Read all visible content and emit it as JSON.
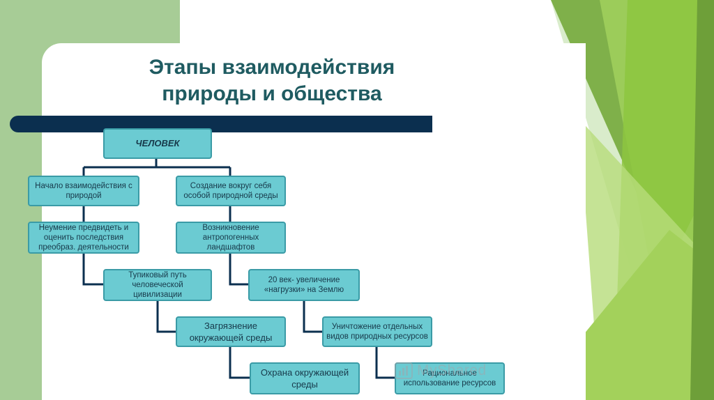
{
  "title": {
    "line1": "Этапы взаимодействия",
    "line2": "природы и общества"
  },
  "root": "ЧЕЛОВЕК",
  "left_branch": [
    "Начало взаимодействия с природой",
    "Неумение предвидеть и оценить последствия преобраз. деятельности",
    "Тупиковый путь человеческой цивилизации",
    "Загрязнение окружающей среды",
    "Охрана окружающей среды"
  ],
  "right_branch": [
    "Создание вокруг себя особой природной среды",
    "Возникновение антропогенных ландшафтов",
    "20 век- увеличение «нагрузки» на Землю",
    "Уничтожение отдельных видов природных ресурсов",
    "Рациональное использование ресурсов"
  ],
  "watermark": "MyShared",
  "colors": {
    "node_fill": "#6bcbd2",
    "node_border": "#3a9ba6",
    "connector": "#0b2f4f",
    "title": "#1f5b61",
    "accent_green": "#8dc63f"
  }
}
